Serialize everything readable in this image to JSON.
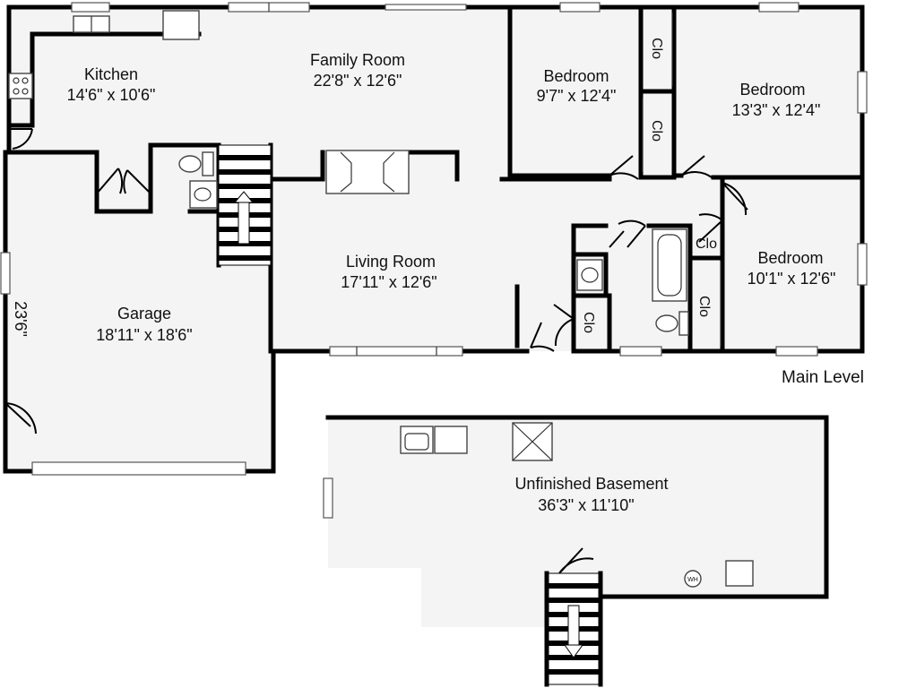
{
  "plan_title": "Main Level",
  "rooms": {
    "kitchen": {
      "name": "Kitchen",
      "dims": "14'6\" x 10'6\""
    },
    "family_room": {
      "name": "Family Room",
      "dims": "22'8\" x 12'6\""
    },
    "bedroom_1": {
      "name": "Bedroom",
      "dims": "9'7\" x 12'4\""
    },
    "bedroom_2": {
      "name": "Bedroom",
      "dims": "13'3\" x 12'4\""
    },
    "bedroom_3": {
      "name": "Bedroom",
      "dims": "10'1\" x 12'6\""
    },
    "living_room": {
      "name": "Living Room",
      "dims": "17'11\" x 12'6\""
    },
    "garage": {
      "name": "Garage",
      "dims": "18'11\" x 18'6\"",
      "side_dim": "23'6\""
    },
    "basement": {
      "name": "Unfinished Basement",
      "dims": "36'3\" x 11'10\""
    }
  },
  "closets": {
    "clo_1": "Clo",
    "clo_2": "Clo",
    "clo_3": "Clo",
    "clo_4": "Clo",
    "clo_5": "Clo"
  },
  "water_heater": "WH"
}
